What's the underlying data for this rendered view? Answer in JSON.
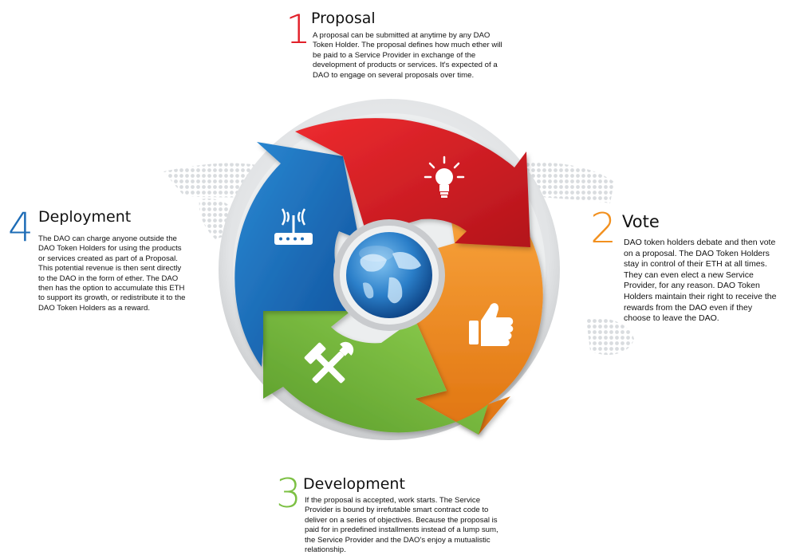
{
  "steps": {
    "proposal": {
      "number": "1",
      "title": "Proposal",
      "text": "A proposal can be submitted at anytime by any DAO Token Holder. The proposal defines how much ether will be paid to a Service Provider in exchange of the development of products or services. It's expected of a DAO to engage on several proposals over time.",
      "color": "#e2202a",
      "icon": "lightbulb-icon"
    },
    "vote": {
      "number": "2",
      "title": "Vote",
      "text": "DAO token holders debate and then vote on a proposal. The DAO Token Holders stay in control of their ETH at all times. They can even elect a new Service Provider, for any reason. DAO Token Holders maintain their right to receive the rewards from the DAO even if they choose to leave the DAO.",
      "color": "#f2901e",
      "icon": "thumbs-up-icon"
    },
    "development": {
      "number": "3",
      "title": "Development",
      "text": "If the proposal is accepted, work starts. The Service Provider is bound by irrefutable smart contract code to deliver on a series of objectives. Because the proposal is paid for in predefined installments instead of a lump sum, the Service Provider and the DAO's enjoy a mutualistic relationship.",
      "color": "#7cc043",
      "icon": "tools-icon"
    },
    "deployment": {
      "number": "4",
      "title": "Deployment",
      "text": "The DAO can charge anyone outside the DAO Token Holders for using the products or services created as part of a Proposal. This potential revenue is then sent directly to the DAO in the form of ether. The DAO then has the option to accumulate this ETH to support its growth, or redistribute it to the DAO Token Holders as a reward.",
      "color": "#1d6cb6",
      "icon": "router-icon"
    }
  },
  "center_icon": "globe-icon",
  "background": "world-map-dots"
}
